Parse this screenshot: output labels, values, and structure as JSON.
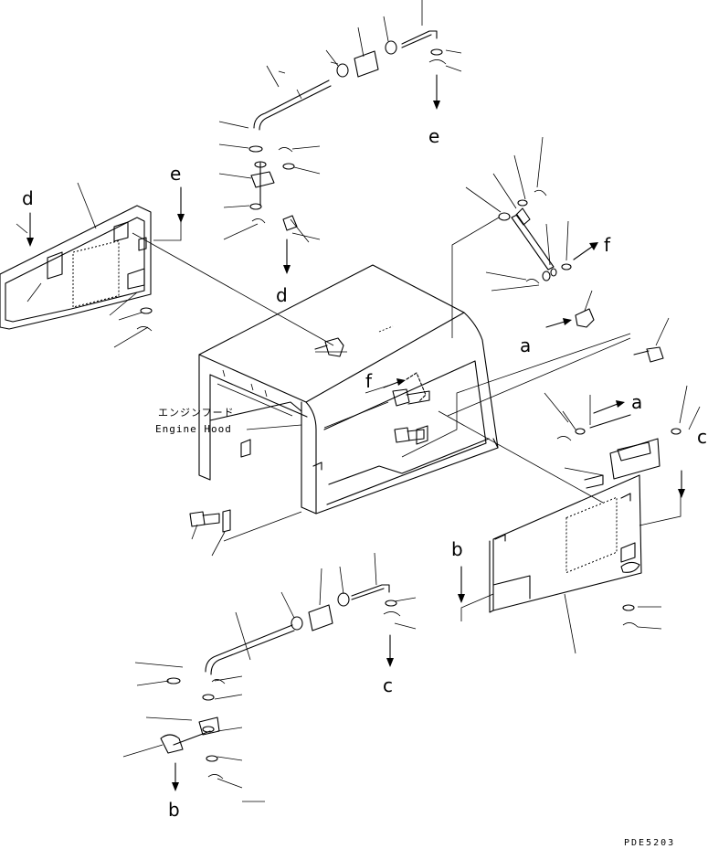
{
  "callouts": {
    "a1": "a",
    "a2": "a",
    "b1": "b",
    "b2": "b",
    "c1": "c",
    "c2": "c",
    "d1": "d",
    "d2": "d",
    "e1": "e",
    "e2": "e",
    "f1": "f",
    "f2": "f"
  },
  "caption": {
    "japanese": "エンジンフード",
    "english": "Engine Hood"
  },
  "drawing_code": "PDE5203"
}
